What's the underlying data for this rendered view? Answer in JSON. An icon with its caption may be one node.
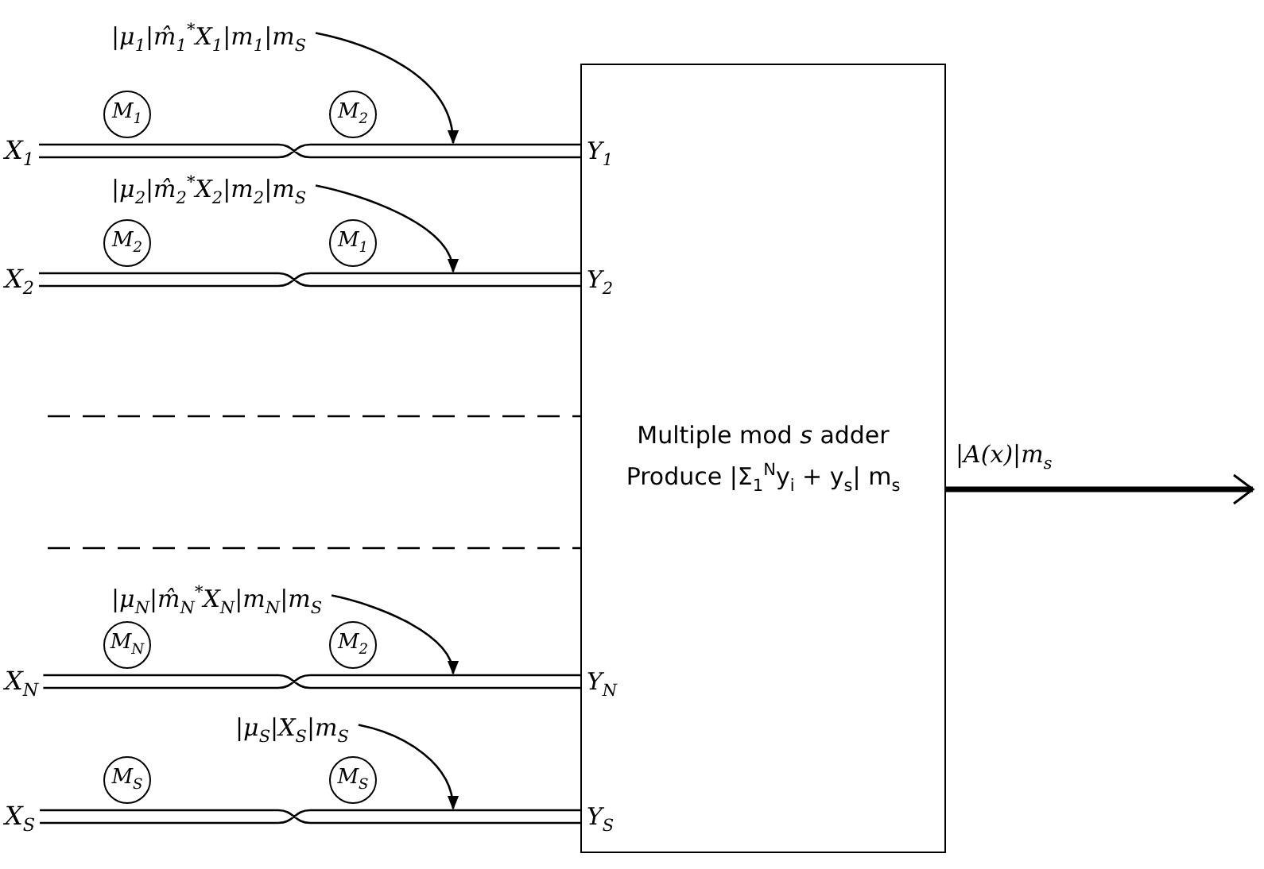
{
  "diagram": {
    "nodes": [
      {
        "text": [
          "|μ$_{1}$|m̂$_{1}$$^{*}$X$_{1}$|m$_{1}$|m$_{S}$"
        ]
      },
      {
        "text": [
          "M$_{1}$"
        ]
      },
      {
        "text": [
          "M$_{2}$"
        ]
      },
      {
        "text": [
          "X$_{1}$"
        ]
      },
      {
        "text": [
          "|μ$_{2}$|m̂$_{2}$$^{*}$X$_{2}$|m$_{2}$|m$_{S}$"
        ]
      },
      {
        "text": [
          "M$_{2}$"
        ]
      },
      {
        "text": [
          "M$_{1}$"
        ]
      },
      {
        "text": [
          "X$_{2}$"
        ]
      },
      {
        "text": [
          "|μ$_{N}$|m̂$_{N}$$^{*}$X$_{N}$|m$_{N}$|m$_{S}$"
        ]
      },
      {
        "text": [
          "M$_{N}$"
        ]
      },
      {
        "text": [
          "M$_{2}$"
        ]
      },
      {
        "text": [
          "X$_{N}$"
        ]
      },
      {
        "text": [
          "|μ$_{S}$|X$_{S}$|m$_{S}$"
        ]
      },
      {
        "text": [
          "M$_{S}$"
        ]
      },
      {
        "text": [
          "M$_{S}$"
        ]
      },
      {
        "text": [
          "X$_{S}$"
        ]
      },
      {
        "text": [
          "Multiple mod *s* adder",
          "Produce |Σ$_{1}$$^{N}$y$_{i}$ + y$_{s}$| m$_{s}$"
        ]
      }
    ],
    "edges": [
      {
        "from": 3,
        "to": 16,
        "arrow": "none",
        "label": "Y$_{1}$"
      },
      {
        "from": 0,
        "to": null,
        "arrow": "to"
      },
      {
        "from": 7,
        "to": 16,
        "arrow": "none",
        "label": "Y$_{2}$"
      },
      {
        "from": 4,
        "to": null,
        "arrow": "to"
      },
      {
        "from": null,
        "to": 16,
        "arrow": "none",
        "style": "dashed"
      },
      {
        "from": null,
        "to": 16,
        "arrow": "none",
        "style": "dashed"
      },
      {
        "from": 11,
        "to": 16,
        "arrow": "none",
        "label": "Y$_{N}$"
      },
      {
        "from": 8,
        "to": null,
        "arrow": "to"
      },
      {
        "from": 15,
        "to": 16,
        "arrow": "none",
        "label": "Y$_{S}$"
      },
      {
        "from": 12,
        "to": null,
        "arrow": "to"
      },
      {
        "from": 16,
        "to": null,
        "arrow": "to",
        "label": "|A(x)|m$_{s}$",
        "style": "thick"
      }
    ]
  }
}
